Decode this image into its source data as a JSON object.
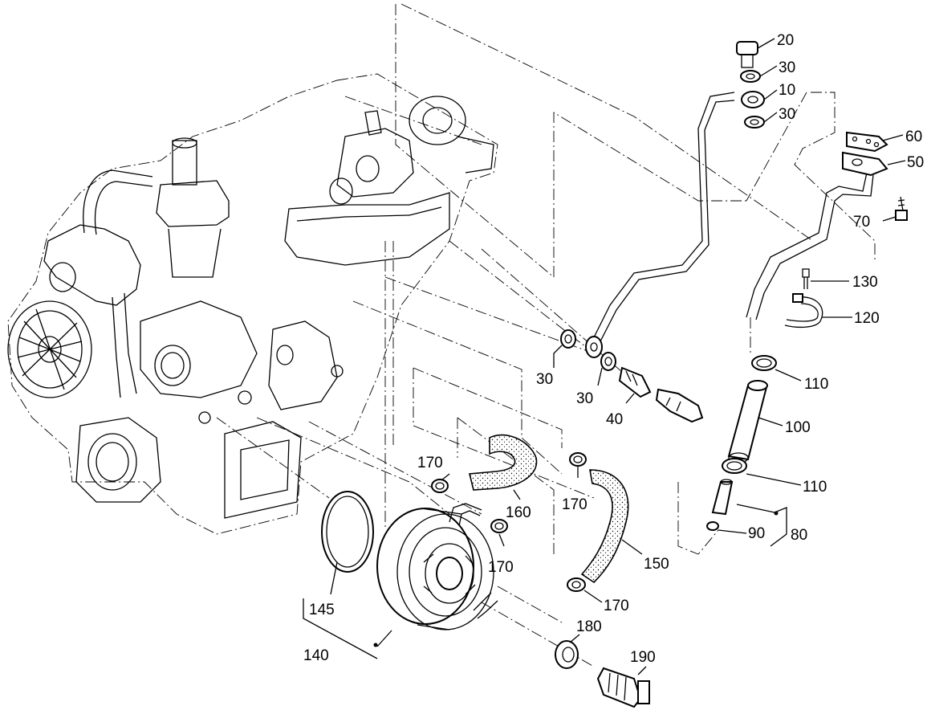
{
  "diagram": {
    "callouts": {
      "c10": "10",
      "c20": "20",
      "c30a": "30",
      "c30b": "30",
      "c30c": "30",
      "c30d": "30",
      "c40": "40",
      "c50": "50",
      "c60": "60",
      "c70": "70",
      "c80": "80",
      "c90": "90",
      "c100": "100",
      "c110a": "110",
      "c110b": "110",
      "c120": "120",
      "c130": "130",
      "c140": "140",
      "c145": "145",
      "c150": "150",
      "c160": "160",
      "c170a": "170",
      "c170b": "170",
      "c170c": "170",
      "c170d": "170",
      "c180": "180",
      "c190": "190"
    }
  }
}
